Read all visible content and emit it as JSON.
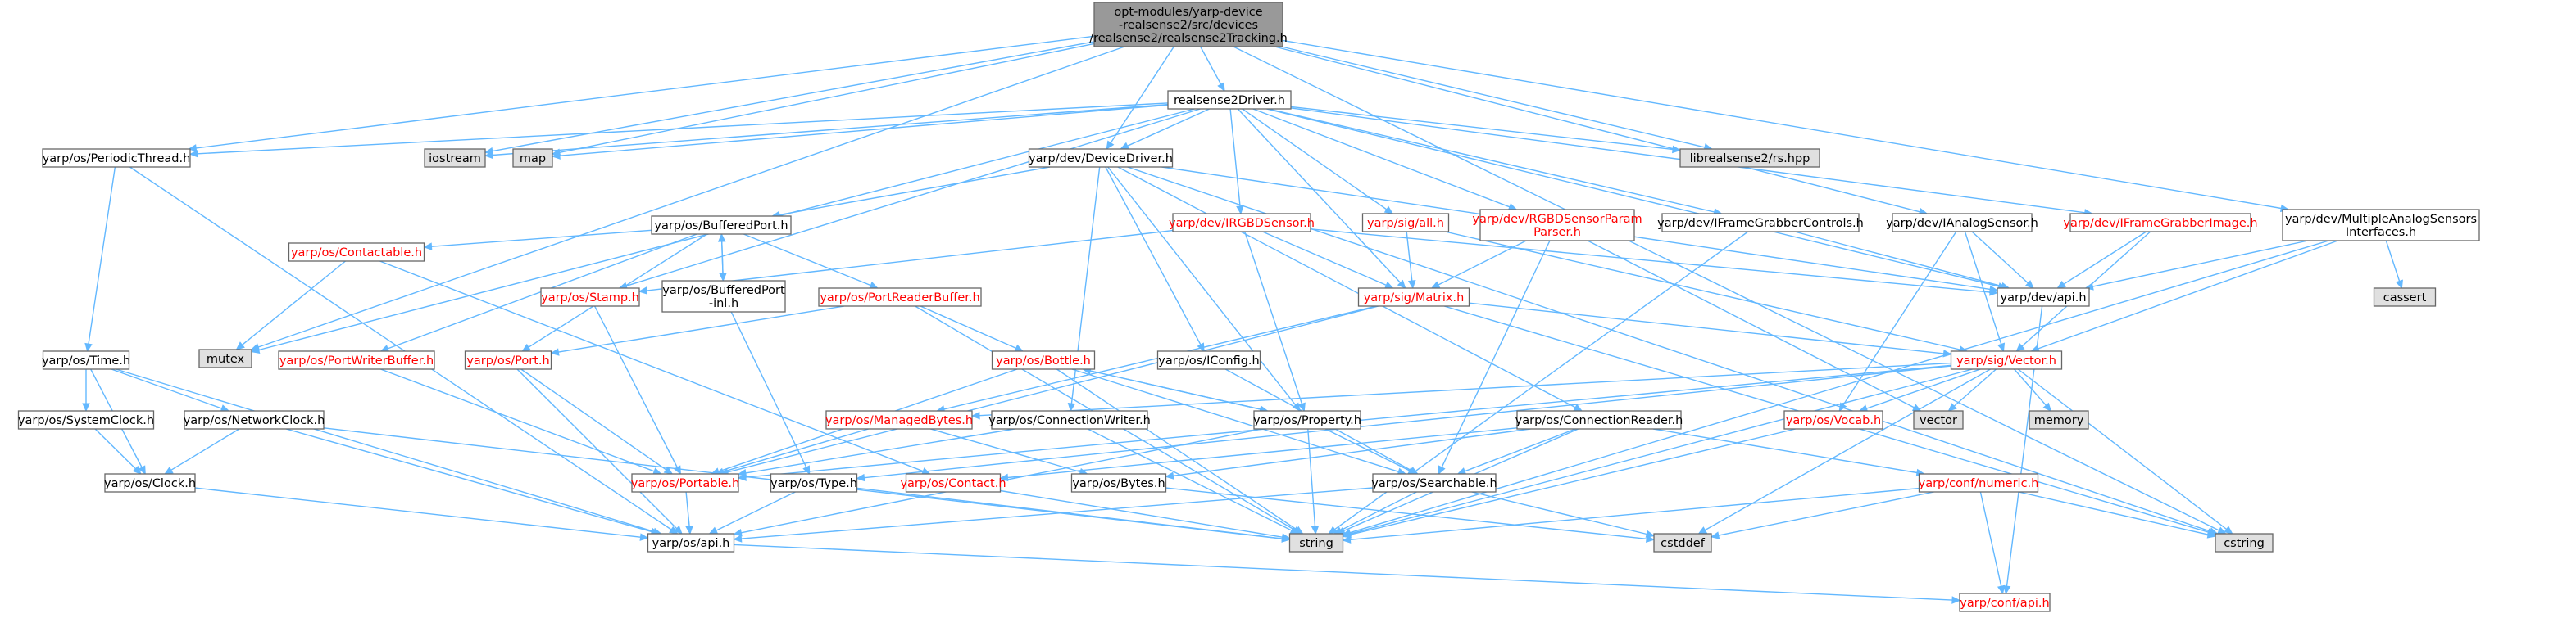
{
  "diagram": {
    "kind": "doxygen include dependency graph",
    "colors": {
      "root_fill": "#999999",
      "node_fill": "#ffffff",
      "external_fill": "#e0e0e0",
      "border": "#666666",
      "text_normal": "#000000",
      "text_highlight": "#ff0000",
      "edge": "#63b8ff"
    },
    "nodes": [
      {
        "id": "root",
        "label": "opt-modules/yarp-device\n-realsense2/src/devices\n/realsense2/realsense2Tracking.h",
        "kind": "root"
      },
      {
        "id": "rsdriver",
        "label": "realsense2Driver.h",
        "kind": "normal"
      },
      {
        "id": "periodic",
        "label": "yarp/os/PeriodicThread.h",
        "kind": "normal"
      },
      {
        "id": "iostream",
        "label": "iostream",
        "kind": "external"
      },
      {
        "id": "map",
        "label": "map",
        "kind": "external"
      },
      {
        "id": "librs",
        "label": "librealsense2/rs.hpp",
        "kind": "external"
      },
      {
        "id": "devdriver",
        "label": "yarp/dev/DeviceDriver.h",
        "kind": "normal"
      },
      {
        "id": "bufport",
        "label": "yarp/os/BufferedPort.h",
        "kind": "normal"
      },
      {
        "id": "irgbd",
        "label": "yarp/dev/IRGBDSensor.h",
        "kind": "highlight"
      },
      {
        "id": "sigall",
        "label": "yarp/sig/all.h",
        "kind": "highlight"
      },
      {
        "id": "rgbdparam",
        "label": "yarp/dev/RGBDSensorParam\nParser.h",
        "kind": "highlight"
      },
      {
        "id": "ifgctrl",
        "label": "yarp/dev/IFrameGrabberControls.h",
        "kind": "normal"
      },
      {
        "id": "ianalog",
        "label": "yarp/dev/IAnalogSensor.h",
        "kind": "normal"
      },
      {
        "id": "ifgimg",
        "label": "yarp/dev/IFrameGrabberImage.h",
        "kind": "highlight"
      },
      {
        "id": "multianalog",
        "label": "yarp/dev/MultipleAnalogSensors\nInterfaces.h",
        "kind": "normal"
      },
      {
        "id": "contactable",
        "label": "yarp/os/Contactable.h",
        "kind": "highlight"
      },
      {
        "id": "stamp",
        "label": "yarp/os/Stamp.h",
        "kind": "highlight"
      },
      {
        "id": "bufportinl",
        "label": "yarp/os/BufferedPort\n-inl.h",
        "kind": "normal"
      },
      {
        "id": "portreader",
        "label": "yarp/os/PortReaderBuffer.h",
        "kind": "highlight"
      },
      {
        "id": "matrix",
        "label": "yarp/sig/Matrix.h",
        "kind": "highlight"
      },
      {
        "id": "devapi",
        "label": "yarp/dev/api.h",
        "kind": "normal"
      },
      {
        "id": "cassert",
        "label": "cassert",
        "kind": "external"
      },
      {
        "id": "mutex",
        "label": "mutex",
        "kind": "external"
      },
      {
        "id": "time",
        "label": "yarp/os/Time.h",
        "kind": "normal"
      },
      {
        "id": "portwriter",
        "label": "yarp/os/PortWriterBuffer.h",
        "kind": "highlight"
      },
      {
        "id": "port",
        "label": "yarp/os/Port.h",
        "kind": "highlight"
      },
      {
        "id": "bottle",
        "label": "yarp/os/Bottle.h",
        "kind": "highlight"
      },
      {
        "id": "iconfig",
        "label": "yarp/os/IConfig.h",
        "kind": "normal"
      },
      {
        "id": "vector",
        "label": "yarp/sig/Vector.h",
        "kind": "highlight"
      },
      {
        "id": "systemclock",
        "label": "yarp/os/SystemClock.h",
        "kind": "normal"
      },
      {
        "id": "networkclock",
        "label": "yarp/os/NetworkClock.h",
        "kind": "normal"
      },
      {
        "id": "managedbytes",
        "label": "yarp/os/ManagedBytes.h",
        "kind": "highlight"
      },
      {
        "id": "connwriter",
        "label": "yarp/os/ConnectionWriter.h",
        "kind": "normal"
      },
      {
        "id": "property",
        "label": "yarp/os/Property.h",
        "kind": "normal"
      },
      {
        "id": "connreader",
        "label": "yarp/os/ConnectionReader.h",
        "kind": "normal"
      },
      {
        "id": "vocab",
        "label": "yarp/os/Vocab.h",
        "kind": "highlight"
      },
      {
        "id": "stdvector",
        "label": "vector",
        "kind": "external"
      },
      {
        "id": "memory",
        "label": "memory",
        "kind": "external"
      },
      {
        "id": "clock",
        "label": "yarp/os/Clock.h",
        "kind": "normal"
      },
      {
        "id": "portable",
        "label": "yarp/os/Portable.h",
        "kind": "highlight"
      },
      {
        "id": "type",
        "label": "yarp/os/Type.h",
        "kind": "normal"
      },
      {
        "id": "contact",
        "label": "yarp/os/Contact.h",
        "kind": "highlight"
      },
      {
        "id": "bytes",
        "label": "yarp/os/Bytes.h",
        "kind": "normal"
      },
      {
        "id": "searchable",
        "label": "yarp/os/Searchable.h",
        "kind": "normal"
      },
      {
        "id": "numeric",
        "label": "yarp/conf/numeric.h",
        "kind": "highlight"
      },
      {
        "id": "osapi",
        "label": "yarp/os/api.h",
        "kind": "normal"
      },
      {
        "id": "string",
        "label": "string",
        "kind": "external"
      },
      {
        "id": "cstddef",
        "label": "cstddef",
        "kind": "external"
      },
      {
        "id": "cstring",
        "label": "cstring",
        "kind": "external"
      },
      {
        "id": "confapi",
        "label": "yarp/conf/api.h",
        "kind": "highlight"
      }
    ],
    "edges": [
      [
        "root",
        "rsdriver"
      ],
      [
        "root",
        "periodic"
      ],
      [
        "root",
        "iostream"
      ],
      [
        "root",
        "map"
      ],
      [
        "root",
        "mutex"
      ],
      [
        "root",
        "devdriver"
      ],
      [
        "root",
        "librs"
      ],
      [
        "root",
        "ianalog"
      ],
      [
        "root",
        "multianalog"
      ],
      [
        "root",
        "cstring"
      ],
      [
        "rsdriver",
        "iostream"
      ],
      [
        "rsdriver",
        "map"
      ],
      [
        "rsdriver",
        "librs"
      ],
      [
        "rsdriver",
        "devdriver"
      ],
      [
        "rsdriver",
        "periodic"
      ],
      [
        "rsdriver",
        "mutex"
      ],
      [
        "rsdriver",
        "stamp"
      ],
      [
        "rsdriver",
        "irgbd"
      ],
      [
        "rsdriver",
        "sigall"
      ],
      [
        "rsdriver",
        "rgbdparam"
      ],
      [
        "rsdriver",
        "ifgctrl"
      ],
      [
        "rsdriver",
        "ifgimg"
      ],
      [
        "rsdriver",
        "matrix"
      ],
      [
        "rsdriver",
        "devapi"
      ],
      [
        "periodic",
        "time"
      ],
      [
        "periodic",
        "osapi"
      ],
      [
        "devdriver",
        "bufport"
      ],
      [
        "devdriver",
        "iconfig"
      ],
      [
        "devdriver",
        "property"
      ],
      [
        "devdriver",
        "connwriter"
      ],
      [
        "devdriver",
        "connreader"
      ],
      [
        "devdriver",
        "cstring"
      ],
      [
        "devdriver",
        "devapi"
      ],
      [
        "bufport",
        "contactable"
      ],
      [
        "bufport",
        "bufportinl"
      ],
      [
        "bufport",
        "portreader"
      ],
      [
        "bufport",
        "portwriter"
      ],
      [
        "bufport",
        "port"
      ],
      [
        "bufportinl",
        "bufport"
      ],
      [
        "bufportinl",
        "type"
      ],
      [
        "contactable",
        "mutex"
      ],
      [
        "contactable",
        "contact"
      ],
      [
        "portreader",
        "bottle"
      ],
      [
        "portreader",
        "port"
      ],
      [
        "portreader",
        "string"
      ],
      [
        "portwriter",
        "portable"
      ],
      [
        "port",
        "portable"
      ],
      [
        "port",
        "osapi"
      ],
      [
        "stamp",
        "portable"
      ],
      [
        "irgbd",
        "stamp"
      ],
      [
        "irgbd",
        "matrix"
      ],
      [
        "irgbd",
        "property"
      ],
      [
        "irgbd",
        "devapi"
      ],
      [
        "sigall",
        "matrix"
      ],
      [
        "sigall",
        "vector"
      ],
      [
        "rgbdparam",
        "matrix"
      ],
      [
        "rgbdparam",
        "searchable"
      ],
      [
        "rgbdparam",
        "stdvector"
      ],
      [
        "ifgctrl",
        "devapi"
      ],
      [
        "ifgctrl",
        "string"
      ],
      [
        "ianalog",
        "devapi"
      ],
      [
        "ianalog",
        "vector"
      ],
      [
        "ianalog",
        "vocab"
      ],
      [
        "ifgimg",
        "devapi"
      ],
      [
        "ifgimg",
        "vector"
      ],
      [
        "multianalog",
        "devapi"
      ],
      [
        "multianalog",
        "vector"
      ],
      [
        "multianalog",
        "cassert"
      ],
      [
        "multianalog",
        "string"
      ],
      [
        "devapi",
        "confapi"
      ],
      [
        "matrix",
        "vector"
      ],
      [
        "matrix",
        "portable"
      ],
      [
        "matrix",
        "managedbytes"
      ],
      [
        "matrix",
        "cstring"
      ],
      [
        "time",
        "systemclock"
      ],
      [
        "time",
        "networkclock"
      ],
      [
        "time",
        "clock"
      ],
      [
        "time",
        "osapi"
      ],
      [
        "systemclock",
        "clock"
      ],
      [
        "networkclock",
        "clock"
      ],
      [
        "networkclock",
        "osapi"
      ],
      [
        "networkclock",
        "string"
      ],
      [
        "clock",
        "osapi"
      ],
      [
        "bottle",
        "portable"
      ],
      [
        "bottle",
        "property"
      ],
      [
        "bottle",
        "searchable"
      ],
      [
        "bottle",
        "string"
      ],
      [
        "iconfig",
        "searchable"
      ],
      [
        "vector",
        "portable"
      ],
      [
        "vector",
        "managedbytes"
      ],
      [
        "vector",
        "stdvector"
      ],
      [
        "vector",
        "memory"
      ],
      [
        "vector",
        "string"
      ],
      [
        "vector",
        "type"
      ],
      [
        "vector",
        "cstring"
      ],
      [
        "vector",
        "cstddef"
      ],
      [
        "vector",
        "vocab"
      ],
      [
        "managedbytes",
        "portable"
      ],
      [
        "managedbytes",
        "bytes"
      ],
      [
        "connwriter",
        "portable"
      ],
      [
        "connwriter",
        "string"
      ],
      [
        "property",
        "bottle"
      ],
      [
        "property",
        "searchable"
      ],
      [
        "property",
        "osapi"
      ],
      [
        "property",
        "string"
      ],
      [
        "connreader",
        "contact"
      ],
      [
        "connreader",
        "bytes"
      ],
      [
        "connreader",
        "searchable"
      ],
      [
        "connreader",
        "string"
      ],
      [
        "connreader",
        "numeric"
      ],
      [
        "vocab",
        "string"
      ],
      [
        "clock",
        "osapi"
      ],
      [
        "portable",
        "osapi"
      ],
      [
        "type",
        "osapi"
      ],
      [
        "type",
        "string"
      ],
      [
        "contact",
        "string"
      ],
      [
        "bytes",
        "cstddef"
      ],
      [
        "searchable",
        "osapi"
      ],
      [
        "searchable",
        "string"
      ],
      [
        "searchable",
        "cstddef"
      ],
      [
        "numeric",
        "string"
      ],
      [
        "numeric",
        "cstring"
      ],
      [
        "numeric",
        "cstddef"
      ],
      [
        "numeric",
        "confapi"
      ],
      [
        "osapi",
        "confapi"
      ]
    ]
  }
}
